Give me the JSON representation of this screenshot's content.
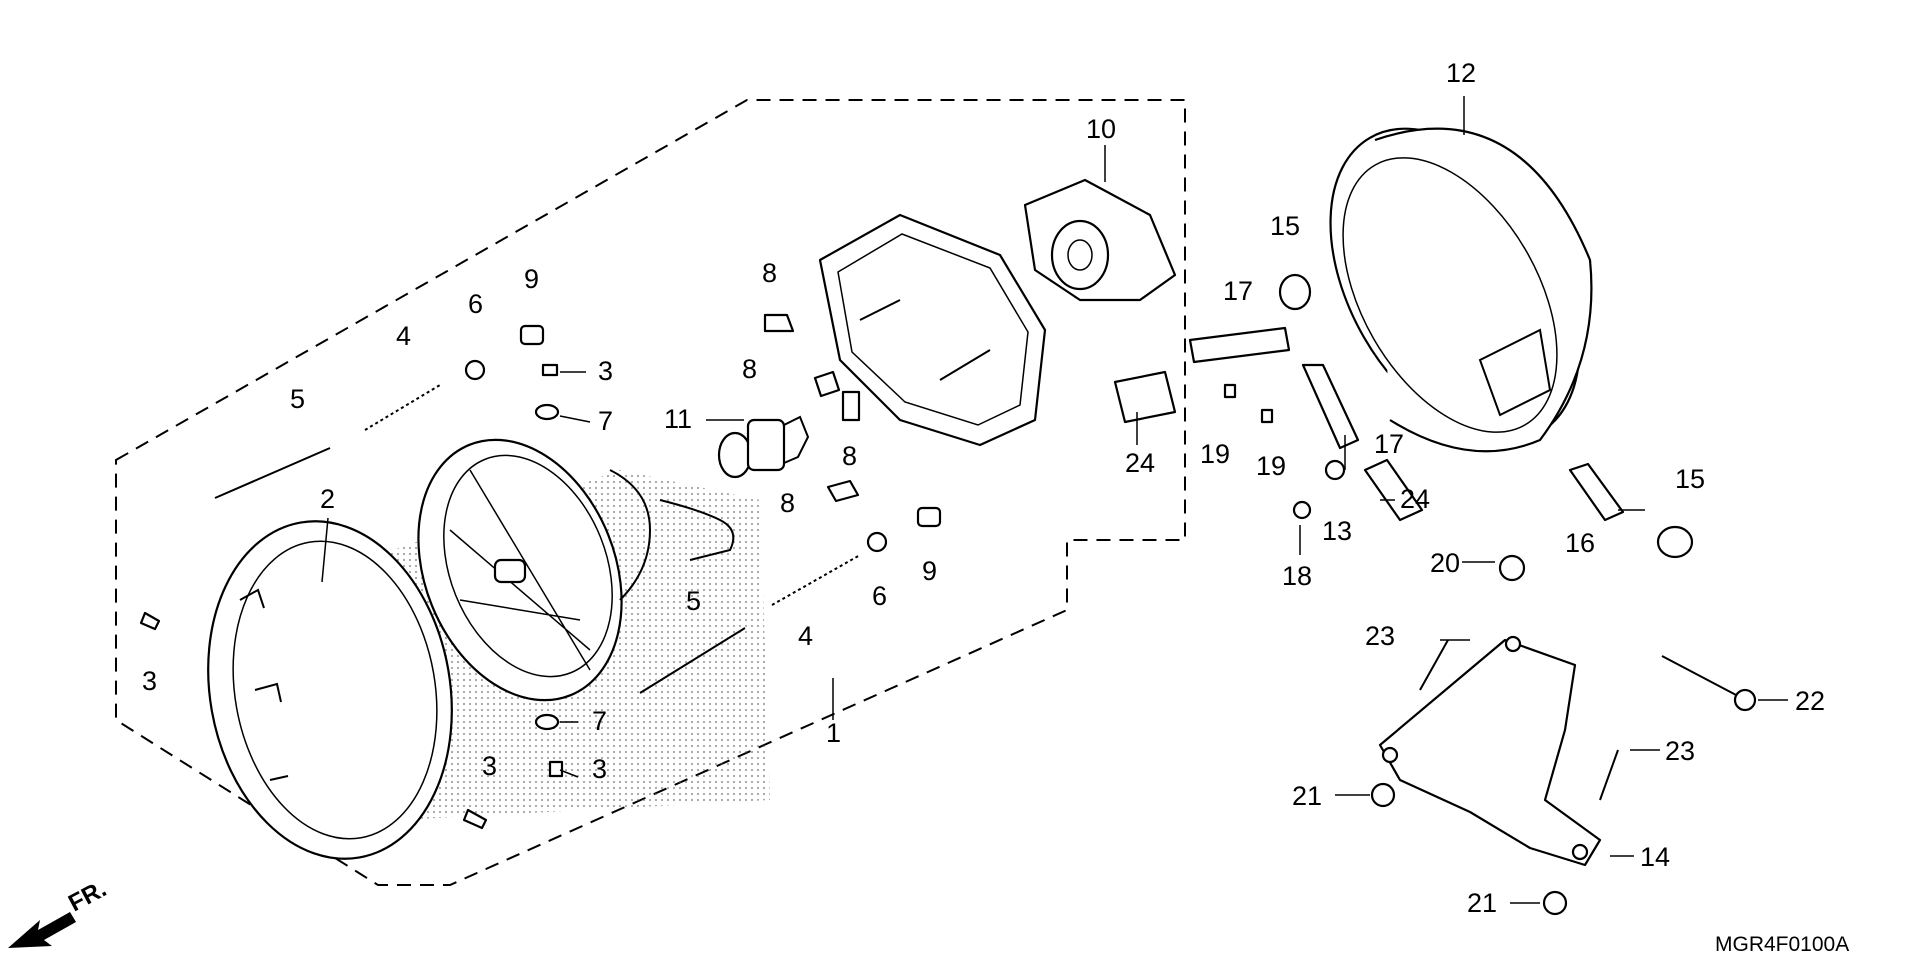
{
  "diagram": {
    "code": "MGR4F0100A",
    "direction": "FR."
  },
  "callouts": {
    "c1": "1",
    "c2": "2",
    "c3a": "3",
    "c3b": "3",
    "c3c": "3",
    "c3d": "3",
    "c4a": "4",
    "c4b": "4",
    "c5a": "5",
    "c5b": "5",
    "c6a": "6",
    "c6b": "6",
    "c7a": "7",
    "c7b": "7",
    "c8a": "8",
    "c8b": "8",
    "c8c": "8",
    "c8d": "8",
    "c9a": "9",
    "c9b": "9",
    "c10": "10",
    "c11": "11",
    "c12": "12",
    "c13": "13",
    "c14": "14",
    "c15a": "15",
    "c15b": "15",
    "c16": "16",
    "c17a": "17",
    "c17b": "17",
    "c18": "18",
    "c19a": "19",
    "c19b": "19",
    "c20": "20",
    "c21a": "21",
    "c21b": "21",
    "c22": "22",
    "c23a": "23",
    "c23b": "23",
    "c24a": "24",
    "c24b": "24"
  }
}
